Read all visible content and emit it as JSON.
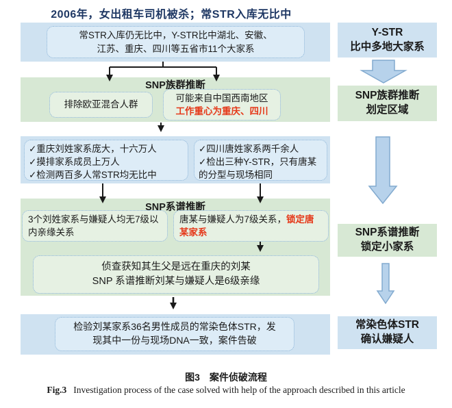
{
  "title": "2006年，女出租车司机被杀；常STR入库无比中",
  "colors": {
    "title_navy": "#1f3864",
    "highlight_red": "#e5391a",
    "section_blue": "#cfe2f1",
    "section_green": "#d7e8d4",
    "box_blue_fill": "#ddecf7",
    "box_green_fill": "#e6f1e3",
    "dotted_border_blue": "#85b0d6",
    "rail_arrow_fill": "#b7d2eb"
  },
  "flow": {
    "section1": {
      "box": "常STR入库仍无比中，Y-STR比中湖北、安徽、\n江苏、重庆、四川等五省市11个大家系"
    },
    "section2": {
      "title": "SNP族群推断",
      "left_box": "排除欧亚混合人群",
      "right_box_line1": "可能来自中国西南地区",
      "right_box_line2": "工作重心为重庆、四川"
    },
    "section3": {
      "left_items": [
        "✓重庆刘姓家系庞大，十六万人",
        "✓摸排家系成员上万人",
        "✓检测两百多人常STR均无比中"
      ],
      "right_items": [
        "✓四川唐姓家系两千余人",
        "✓检出三种Y-STR，只有唐某的分型与现场相同"
      ]
    },
    "section4": {
      "title": "SNP系谱推断",
      "left_box": "3个刘姓家系与嫌疑人均无7级以内亲缘关系",
      "right_box_normal": "唐某与嫌疑人为7级关系，",
      "right_box_highlight": "锁定唐某家系",
      "wide_box": "侦查获知其生父是远在重庆的刘某\nSNP 系谱推断刘某与嫌疑人是6级亲缘"
    },
    "section5": {
      "box": "检验刘某家系36名男性成员的常染色体STR，发\n现其中一份与现场DNA一致，案件告破"
    }
  },
  "right_rail": {
    "box1": "Y-STR\n比中多地大家系",
    "box2": "SNP族群推断\n划定区域",
    "box3": "SNP系谱推断\n锁定小家系",
    "box4": "常染色体STR\n确认嫌疑人"
  },
  "caption": {
    "zh": "图3　案件侦破流程",
    "en_label": "Fig.3",
    "en_text": "Investigation process of the case solved with help of the approach described in this article"
  }
}
